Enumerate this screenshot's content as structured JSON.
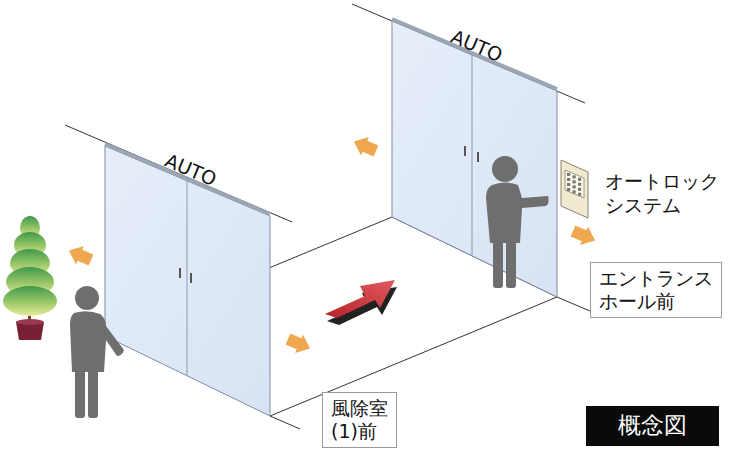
{
  "diagram": {
    "nodes": [
      {
        "text": [
          "エントランス ホール前"
        ]
      },
      {
        "text": [
          "風除室(1)前"
        ]
      },
      {
        "text": [
          "概念図"
        ]
      }
    ],
    "labels": [
      "AUTO",
      "AUTO",
      "オートロック システム"
    ]
  }
}
